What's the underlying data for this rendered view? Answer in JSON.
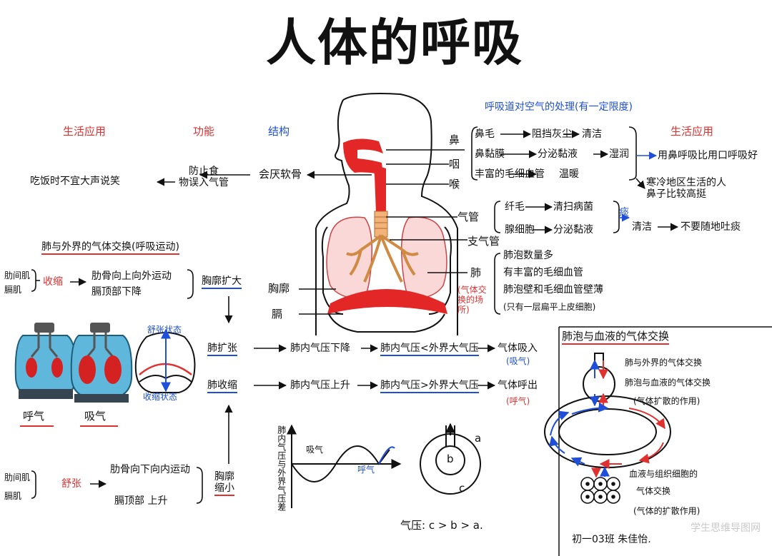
{
  "title": "人体的呼吸",
  "headers": {
    "life_app": "生活应用",
    "function": "功能",
    "structure": "结构",
    "life_app_right": "生活应用"
  },
  "epiglottis": {
    "structure": "会厌软骨",
    "function": "防止食\n物误入气管",
    "life": "吃饭时不宜大声说笑"
  },
  "airway_treatment": {
    "title": "呼吸道对空气的处理(有一定限度)"
  },
  "nose": {
    "label": "鼻",
    "r1": "鼻毛",
    "r1a": "阻挡灰尘",
    "r2": "鼻黏膜",
    "r2a": "分泌黏液",
    "r3": "丰富的毛细血管",
    "r3a": "温暖",
    "res1": "清洁",
    "res2": "湿润",
    "life1": "用鼻呼吸比用口呼吸好",
    "life2": "寒冷地区生活的人\n鼻子比较高挺"
  },
  "pharynx": "咽",
  "larynx": "喉",
  "trachea": {
    "label": "气管",
    "bronchi": "支气管",
    "r1": "纤毛",
    "r1a": "清扫病菌",
    "r2": "腺细胞",
    "r2a": "分泌黏液",
    "mid": "痰",
    "res": "清洁",
    "life": "不要随地吐痰"
  },
  "lung": {
    "label": "肺",
    "note": "(气体交\n换的场\n所)",
    "f1": "肺泡数量多",
    "f2": "有丰富的毛细血管",
    "f3": "肺泡壁和毛细血管壁薄",
    "f4": "(只有一层扁平上皮细胞)"
  },
  "chest": "胸廓",
  "diaphragm": "膈",
  "breathing": {
    "title": "肺与外界的气体交换(呼吸运动)",
    "muscles": "肋间肌\n膈肌",
    "contract": "收缩",
    "contract_desc": "肋骨向上向外运动\n膈顶部下降",
    "chest_expand": "胸廓扩大",
    "lung_expand": "肺扩张",
    "lung_shrink": "肺收缩",
    "p_down": "肺内气压下降",
    "p_less": "肺内气压<外界大气压",
    "inhale": "气体吸入",
    "inhale_tag": "(吸气)",
    "p_up": "肺内气压上升",
    "p_more": "肺内气压>外界大气压",
    "exhale": "气体呼出",
    "exhale_tag": "(呼气)",
    "relax": "舒张",
    "relax_desc1": "肋骨向下向内运动",
    "relax_desc2": "膈顶部 上升",
    "chest_shrink": "胸廓\n缩小",
    "model_out": "呼气",
    "model_in": "吸气",
    "relax_state": "舒张状态",
    "contract_state": "收缩状态"
  },
  "graph": {
    "ylabel": "肺内气压与外界气压差",
    "inhale": "吸气",
    "exhale": "呼气"
  },
  "pressure": {
    "b": "b",
    "c": "c",
    "a": "a",
    "eq": "气压: c > b > a."
  },
  "exchange": {
    "title": "肺泡与血液的气体交换",
    "l1": "肺与外界的气体交换",
    "l2": "肺泡与血液的气体交换",
    "l3": "(气体扩散的作用)",
    "l4": "血液与组织细胞的",
    "l5": "气体交换",
    "l6": "(气体的扩散作用)"
  },
  "signature": "初一03班  朱佳怡.",
  "watermark": "学生思维导图网"
}
